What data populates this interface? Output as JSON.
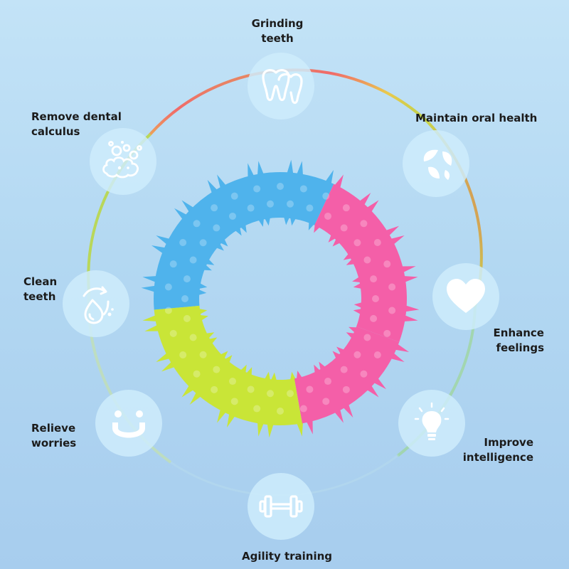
{
  "features": [
    {
      "id": "grinding-teeth",
      "lines": [
        "Grinding",
        "teeth"
      ],
      "icon": "teeth-icon"
    },
    {
      "id": "maintain-oral-health",
      "lines": [
        "Maintain oral health"
      ],
      "icon": "leaves-icon"
    },
    {
      "id": "enhance-feelings",
      "lines": [
        "Enhance",
        "feelings"
      ],
      "icon": "heart-icon"
    },
    {
      "id": "improve-intelligence",
      "lines": [
        "Improve",
        "intelligence"
      ],
      "icon": "lightbulb-icon"
    },
    {
      "id": "agility-training",
      "lines": [
        "Agility training"
      ],
      "icon": "dumbbell-icon"
    },
    {
      "id": "relieve-worries",
      "lines": [
        "Relieve",
        "worries"
      ],
      "icon": "smile-icon"
    },
    {
      "id": "clean-teeth",
      "lines": [
        "Clean",
        "teeth"
      ],
      "icon": "water-drop-icon"
    },
    {
      "id": "remove-dental-calculus",
      "lines": [
        "Remove dental",
        "calculus"
      ],
      "icon": "foam-bubbles-icon"
    }
  ],
  "ring_colors": {
    "blue": "#4fb3ec",
    "pink": "#f45fa8",
    "yellow": "#c9e537"
  }
}
